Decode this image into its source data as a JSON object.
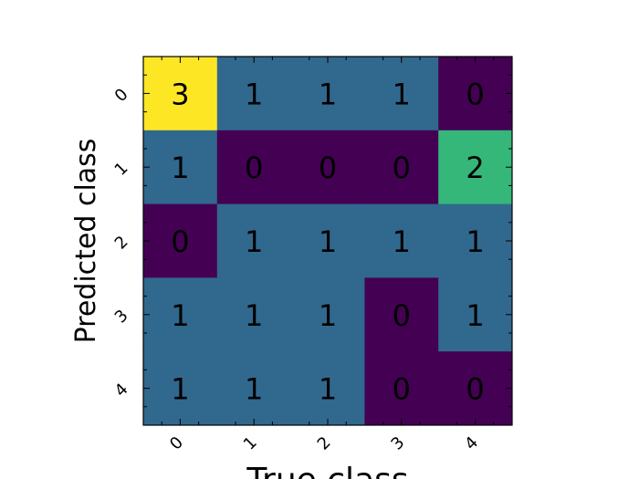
{
  "chart_data": {
    "type": "heatmap",
    "xlabel": "True class",
    "ylabel": "Predicted class",
    "x_categories": [
      "0",
      "1",
      "2",
      "3",
      "4"
    ],
    "y_categories": [
      "0",
      "1",
      "2",
      "3",
      "4"
    ],
    "values": [
      [
        3,
        1,
        1,
        1,
        0
      ],
      [
        1,
        0,
        0,
        0,
        2
      ],
      [
        0,
        1,
        1,
        1,
        1
      ],
      [
        1,
        1,
        1,
        0,
        1
      ],
      [
        1,
        1,
        1,
        0,
        0
      ]
    ],
    "colorscale": "viridis",
    "value_range": [
      0,
      3
    ],
    "grid": false,
    "colors": {
      "0": "#440154",
      "1": "#31688e",
      "2": "#35b779",
      "3": "#fde725"
    }
  }
}
